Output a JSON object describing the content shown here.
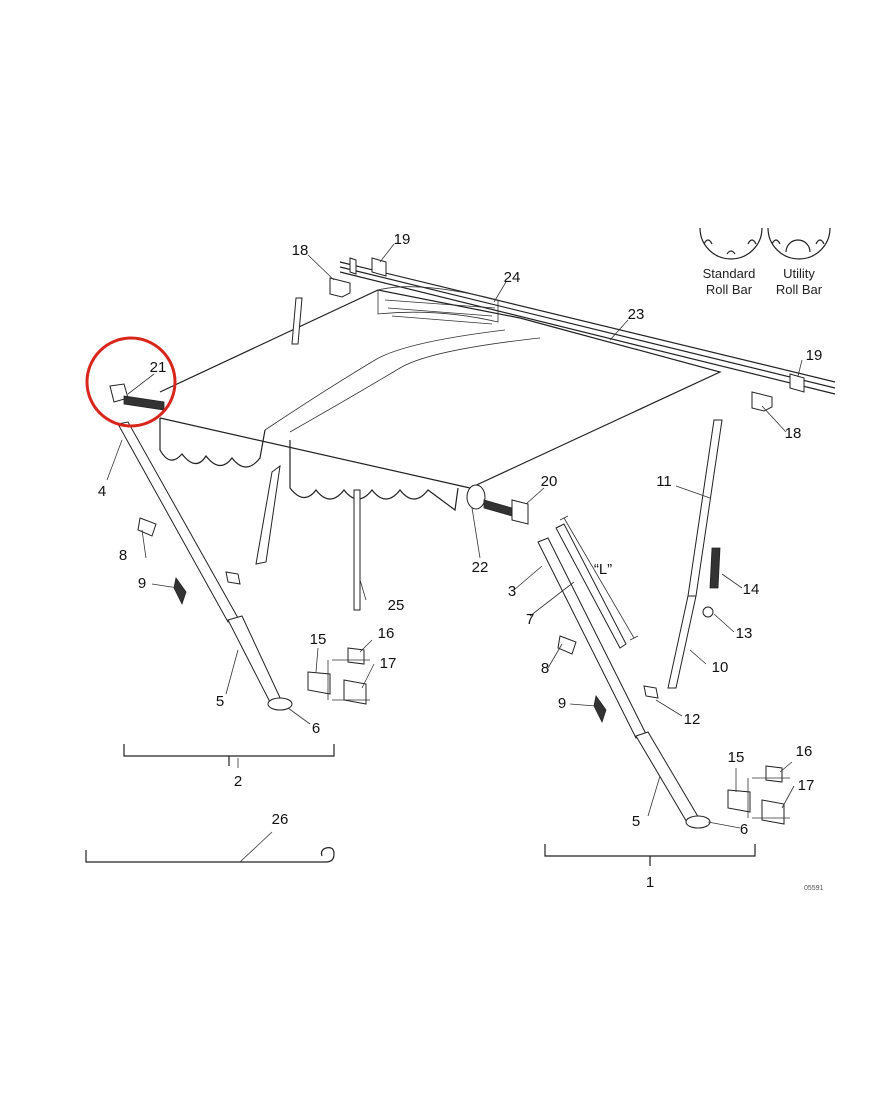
{
  "callouts": [
    "1",
    "2",
    "3",
    "4",
    "5",
    "5",
    "6",
    "6",
    "7",
    "8",
    "8",
    "9",
    "9",
    "10",
    "11",
    "12",
    "13",
    "14",
    "15",
    "15",
    "16",
    "16",
    "17",
    "17",
    "18",
    "18",
    "19",
    "19",
    "20",
    "21",
    "22",
    "23",
    "24",
    "25",
    "26"
  ],
  "dimension_label": "“L”",
  "legend": {
    "standard_line1": "Standard",
    "standard_line2": "Roll Bar",
    "utility_line1": "Utility",
    "utility_line2": "Roll Bar"
  },
  "drawing_code": "05591",
  "highlight_color": "#d9261c"
}
